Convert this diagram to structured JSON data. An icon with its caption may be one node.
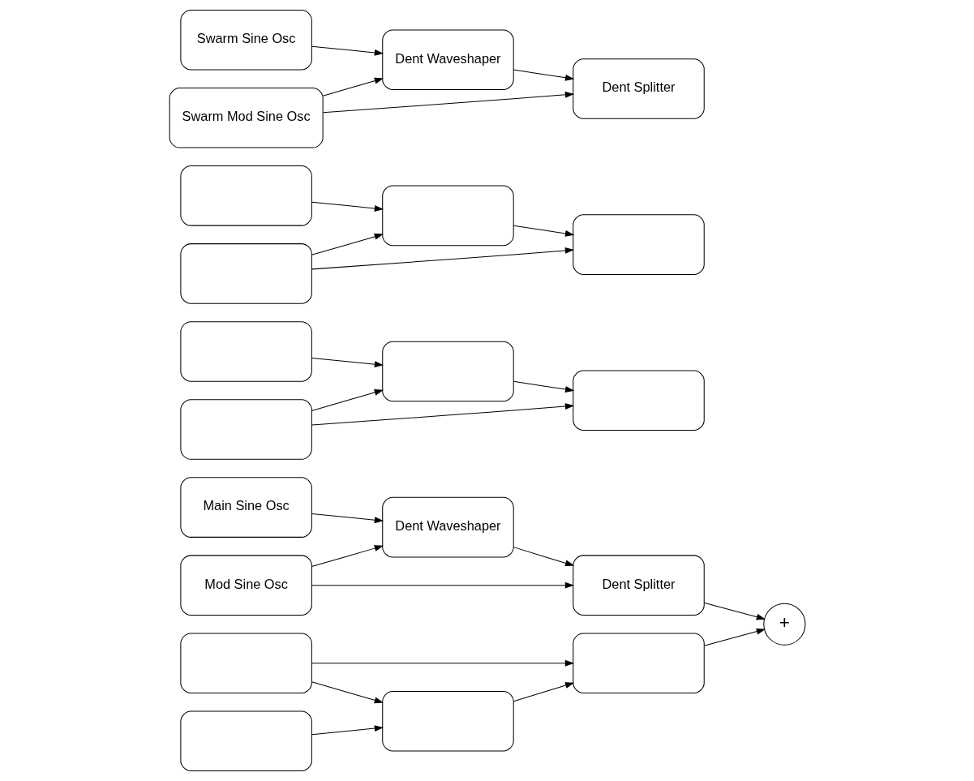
{
  "diagram": {
    "nodes": [
      {
        "text": [
          "Main Sine Osc"
        ]
      },
      {
        "text": [
          "Dent Waveshaper"
        ]
      },
      {
        "text": [
          "Dent Splitter"
        ]
      },
      {
        "text": [
          "Mod Sine Osc"
        ]
      },
      {
        "text": [
          "+"
        ]
      },
      {
        "text": [],
        "shape": "box"
      },
      {
        "text": [],
        "shape": "box"
      },
      {
        "text": [],
        "shape": "box"
      },
      {
        "text": [
          "Swarm Sine Osc"
        ]
      },
      {
        "text": [],
        "shape": "box"
      },
      {
        "text": [],
        "shape": "box"
      },
      {
        "text": [],
        "shape": "box"
      },
      {
        "text": [
          "Dent Waveshaper"
        ]
      },
      {
        "text": [],
        "shape": "box"
      },
      {
        "text": [],
        "shape": "box"
      },
      {
        "text": [],
        "shape": "box"
      },
      {
        "text": [
          "Dent Splitter"
        ]
      },
      {
        "text": [],
        "shape": "box"
      },
      {
        "text": [],
        "shape": "box"
      },
      {
        "text": [],
        "shape": "box"
      },
      {
        "text": [
          "Swarm Mod Sine Osc"
        ]
      }
    ],
    "edges": [
      {
        "from": 0,
        "to": 1,
        "arrow": "to"
      },
      {
        "from": 1,
        "to": 2,
        "arrow": "to"
      },
      {
        "from": 3,
        "to": 1,
        "arrow": "to"
      },
      {
        "from": 3,
        "to": 2,
        "arrow": "to"
      },
      {
        "from": 2,
        "to": 4,
        "arrow": "to"
      },
      {
        "from": 13,
        "to": 4,
        "arrow": "to"
      },
      {
        "from": 5,
        "to": 9,
        "arrow": "to"
      },
      {
        "from": 6,
        "to": 10,
        "arrow": "to"
      },
      {
        "from": 7,
        "to": 11,
        "arrow": "to"
      },
      {
        "from": 8,
        "to": 12,
        "arrow": "to"
      },
      {
        "from": 9,
        "to": 13,
        "arrow": "to"
      },
      {
        "from": 10,
        "to": 14,
        "arrow": "to"
      },
      {
        "from": 11,
        "to": 15,
        "arrow": "to"
      },
      {
        "from": 12,
        "to": 16,
        "arrow": "to"
      },
      {
        "from": 17,
        "to": 9,
        "arrow": "to"
      },
      {
        "from": 18,
        "to": 10,
        "arrow": "to"
      },
      {
        "from": 19,
        "to": 11,
        "arrow": "to"
      },
      {
        "from": 20,
        "to": 12,
        "arrow": "to"
      },
      {
        "from": 17,
        "to": 13,
        "arrow": "to"
      },
      {
        "from": 18,
        "to": 14,
        "arrow": "to"
      },
      {
        "from": 19,
        "to": 15,
        "arrow": "to"
      },
      {
        "from": 20,
        "to": 16,
        "arrow": "to"
      }
    ]
  }
}
